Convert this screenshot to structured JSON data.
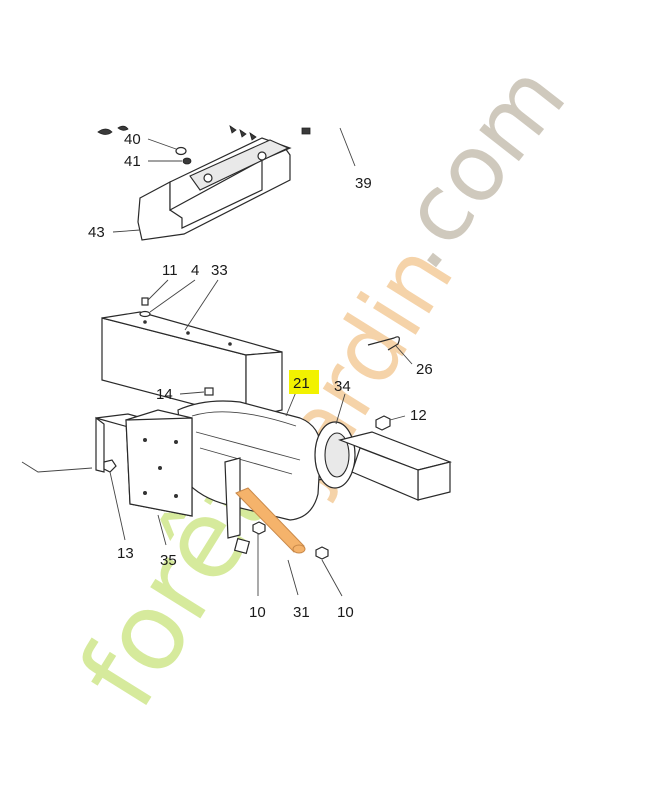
{
  "diagram": {
    "callouts": [
      {
        "id": "40",
        "text": "40"
      },
      {
        "id": "41",
        "text": "41"
      },
      {
        "id": "39",
        "text": "39"
      },
      {
        "id": "43",
        "text": "43"
      },
      {
        "id": "11",
        "text": "11"
      },
      {
        "id": "4",
        "text": "4"
      },
      {
        "id": "33",
        "text": "33"
      },
      {
        "id": "26",
        "text": "26"
      },
      {
        "id": "14",
        "text": "14"
      },
      {
        "id": "21",
        "text": "21",
        "highlighted": true
      },
      {
        "id": "34",
        "text": "34"
      },
      {
        "id": "12",
        "text": "12"
      },
      {
        "id": "13",
        "text": "13"
      },
      {
        "id": "35",
        "text": "35"
      },
      {
        "id": "10a",
        "text": "10"
      },
      {
        "id": "31",
        "text": "31"
      },
      {
        "id": "10b",
        "text": "10"
      }
    ],
    "highlight_color": "#f2f200",
    "accent_part_color": "#f5b36b"
  },
  "watermark": {
    "part1": "forêt",
    "part2": "-jardin",
    "part3": ".com",
    "colors": {
      "part1": "#d6ea9c",
      "part2": "#f4cfa0",
      "part3": "#cfc9bd"
    }
  }
}
